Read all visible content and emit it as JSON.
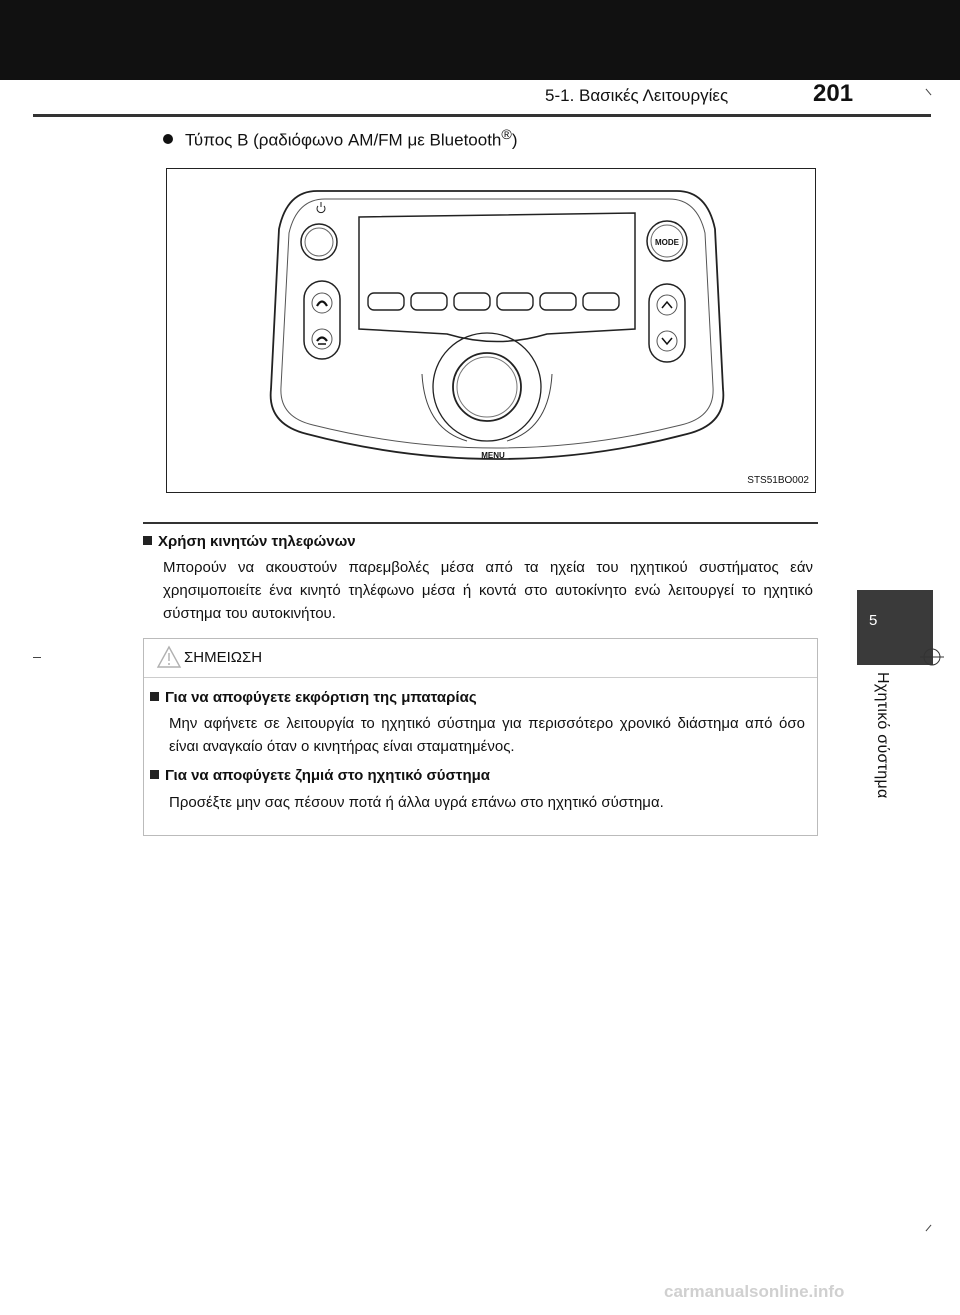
{
  "header": {
    "section_title": "5-1. Βασικές Λειτουργίες",
    "page_number": "201"
  },
  "side_tab": {
    "chapter_number": "5",
    "chapter_title": "Ηχητικό σύστημα"
  },
  "bullet": {
    "text": "Τύπος B (ραδιόφωνο AM/FM με Bluetooth",
    "superscript": "®",
    "suffix": ")"
  },
  "figure": {
    "mode_label": "MODE",
    "menu_label": "MENU",
    "code": "STS51BO002",
    "icons": [
      "power-icon",
      "phone-pickup-icon",
      "phone-hangup-icon",
      "chevron-up-icon",
      "chevron-down-icon"
    ]
  },
  "section": {
    "heading": "Χρήση κινητών τηλεφώνων",
    "body": "Μπορούν να ακουστούν παρεμβολές μέσα από τα ηχεία του ηχητικού συστήματος εάν χρησιμοποιείτε ένα κινητό τηλέφωνο μέσα ή κοντά στο αυτοκίνητο ενώ λειτουργεί το ηχητικό σύστημα του αυτοκινήτου."
  },
  "notice": {
    "title": "ΣΗΜΕΙΩΣΗ",
    "items": [
      {
        "heading": "Για να αποφύγετε εκφόρτιση της μπαταρίας",
        "body": "Μην αφήνετε σε λειτουργία το ηχητικό σύστημα για περισσότερο χρονικό διάστημα από όσο είναι αναγκαίο όταν ο κινητήρας είναι σταματημένος."
      },
      {
        "heading": "Για να αποφύγετε ζημιά στο ηχητικό σύστημα",
        "body": "Προσέξτε μην σας πέσουν ποτά ή άλλα υγρά επάνω στο ηχητικό σύστημα."
      }
    ]
  },
  "watermark": "carmanualsonline.info"
}
